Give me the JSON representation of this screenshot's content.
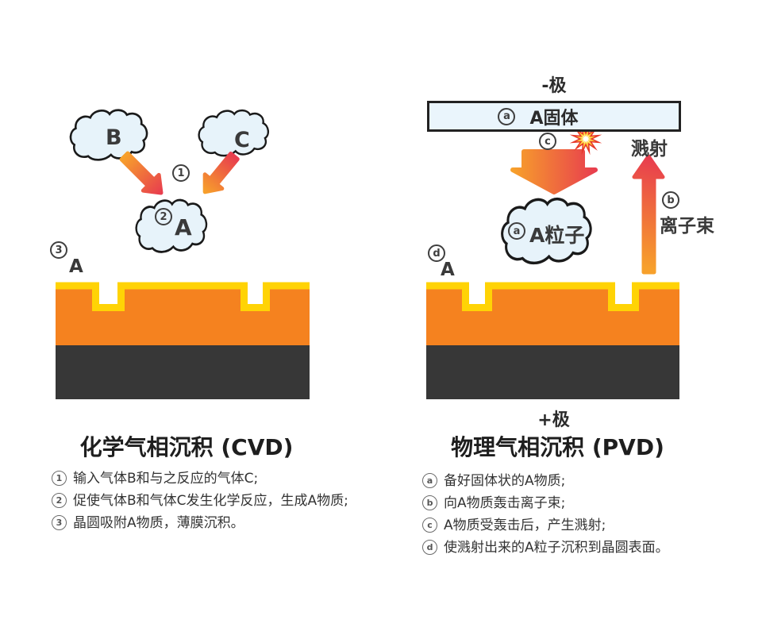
{
  "colors": {
    "cloud_fill": "#E7F3FA",
    "outline": "#1A1A1A",
    "substrate_orange": "#F5821F",
    "film_yellow": "#FFD305",
    "base_dark": "#373737",
    "arrow_orange": "#F7A02B",
    "arrow_red": "#E83E4E",
    "target_box_fill": "#EAF5FC",
    "burst_red": "#E7392B",
    "burst_yellow": "#FFD23B"
  },
  "left": {
    "title": "化学气相沉积 (CVD)",
    "diagram": {
      "gas_b": "B",
      "gas_c": "C",
      "react_num": "1",
      "product_num": "2",
      "product": "A",
      "adsorb_num": "3",
      "adsorb_label": "A"
    },
    "steps": [
      {
        "num": "1",
        "text": "输入气体B和与之反应的气体C;"
      },
      {
        "num": "2",
        "text": "促使气体B和气体C发生化学反应，生成A物质;"
      },
      {
        "num": "3",
        "text": "晶圆吸附A物质，薄膜沉积。"
      }
    ]
  },
  "right": {
    "title": "物理气相沉积 (PVD)",
    "electrode_negative": "-极",
    "electrode_positive": "+极",
    "diagram": {
      "target_num": "a",
      "target": "A固体",
      "impact_num": "c",
      "particles_num": "a",
      "particles": "A粒子",
      "sputter": "溅射",
      "ion_beam_num": "b",
      "ion_beam": "离子束",
      "deposit_num": "d",
      "deposit_label": "A"
    },
    "steps": [
      {
        "num": "a",
        "text": "备好固体状的A物质;"
      },
      {
        "num": "b",
        "text": "向A物质轰击离子束;"
      },
      {
        "num": "c",
        "text": "A物质受轰击后，产生溅射;"
      },
      {
        "num": "d",
        "text": "使溅射出来的A粒子沉积到晶圆表面。"
      }
    ]
  }
}
